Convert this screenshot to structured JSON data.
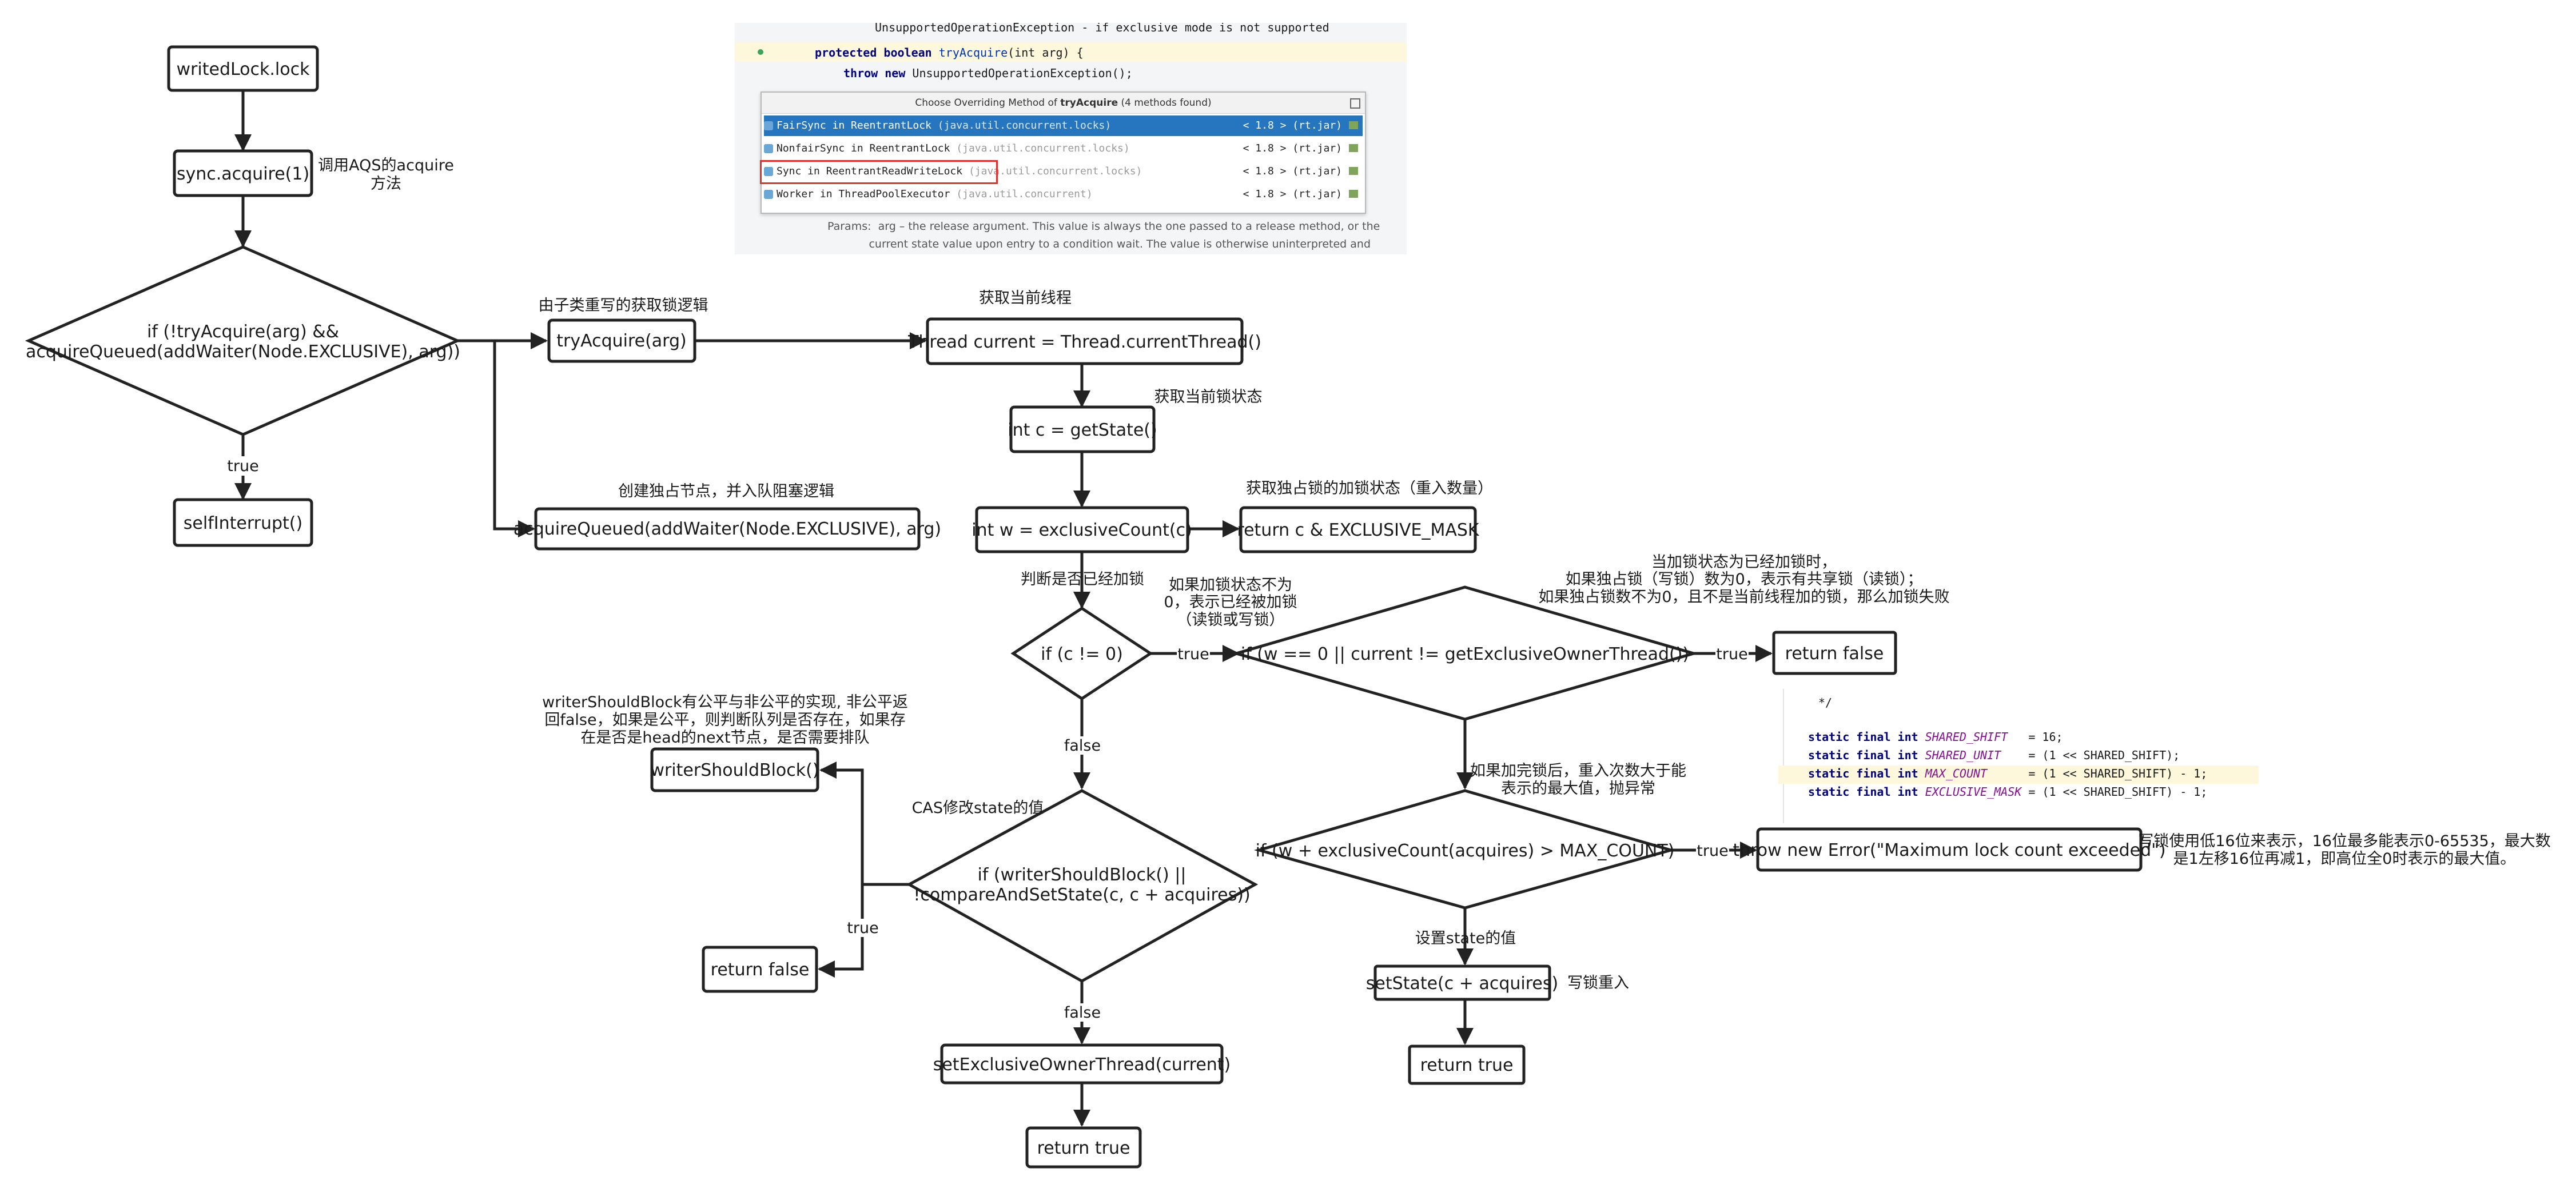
{
  "nodes": {
    "writed_lock": "writedLock.lock",
    "sync_acquire": "sync.acquire(1)",
    "main_if_line1": "if (!tryAcquire(arg) &&",
    "main_if_line2": "acquireQueued(addWaiter(Node.EXCLUSIVE), arg))",
    "self_interrupt": "selfInterrupt()",
    "try_acquire": "tryAcquire(arg)",
    "acquire_queued": "acquireQueued(addWaiter(Node.EXCLUSIVE), arg)",
    "current_thread": "Thread current = Thread.currentThread()",
    "get_state": "int c = getState()",
    "exclusive_count": "int w = exclusiveCount(c)",
    "return_mask": "return c & EXCLUSIVE_MASK",
    "if_c_ne_0": "if (c != 0)",
    "if_w_zero": "if (w == 0 || current != getExclusiveOwnerThread())",
    "return_false_right": "return false",
    "if_max_count": "if (w + exclusiveCount(acquires) > MAX_COUNT)",
    "throw_error": "throw new Error(\"Maximum lock count exceeded\")",
    "set_state": "setState(c + acquires)",
    "return_true_right": "return true",
    "writer_should_block": "writerShouldBlock()",
    "cas_if_line1": "if (writerShouldBlock() ||",
    "cas_if_line2": "!compareAndSetState(c, c + acquires))",
    "return_false_left": "return false",
    "set_owner": "setExclusiveOwnerThread(current)",
    "return_true_bottom": "return true"
  },
  "edge_labels": {
    "true_1": "true",
    "true_2": "true",
    "true_3": "true",
    "true_4": "true",
    "true_5": "true",
    "false_1": "false",
    "false_2": "false"
  },
  "annotations": {
    "call_aqs_1": "调用AQS的acquire",
    "call_aqs_2": "方法",
    "subclass_override": "由子类重写的获取锁逻辑",
    "create_node": "创建独占节点，并入队阻塞逻辑",
    "get_thread": "获取当前线程",
    "get_lock_state": "获取当前锁状态",
    "get_exclusive_count": "获取独占锁的加锁状态（重入数量）",
    "check_locked": "判断是否已经加锁",
    "locked_note_1": "如果加锁状态不为",
    "locked_note_2": "0，表示已经被加锁",
    "locked_note_3": "（读锁或写锁）",
    "fail_note_1": "当加锁状态为已经加锁时，",
    "fail_note_2": "如果独占锁（写锁）数为0，表示有共享锁（读锁）；",
    "fail_note_3": "如果独占锁数不为0，且不是当前线程加的锁，那么加锁失败",
    "reentry_note_1": "如果加完锁后，重入次数大于能",
    "reentry_note_2": "表示的最大值，抛异常",
    "set_state_val": "设置state的值",
    "write_reentry": "写锁重入",
    "max_note_1": "写锁使用低16位来表示，16位最多能表示0-65535，最大数",
    "max_note_2": "是1左移16位再减1，即高位全0时表示的最大值。",
    "wsb_note_1": "writerShouldBlock有公平与非公平的实现, 非公平返",
    "wsb_note_2": "回false，如果是公平，则判断队列是否存在，如果存",
    "wsb_note_3": "在是否是head的next节点，是否需要排队",
    "cas_note": "CAS修改state的值"
  },
  "code_shot_top": {
    "line0": "UnsupportedOperationException - if exclusive mode is not supported",
    "line1_kw": "protected boolean ",
    "line1_m": "tryAcquire",
    "line1_rest": "(int arg) {",
    "line2_kw": "throw new ",
    "line2_rest": "UnsupportedOperationException();",
    "popup_title_a": "Choose Overriding Method of ",
    "popup_title_b": "tryAcquire",
    "popup_title_c": " (4 methods found)",
    "rows": [
      {
        "cls": "FairSync in ReentrantLock",
        "pkg": " (java.util.concurrent.locks)",
        "ver": "< 1.8 > (rt.jar)"
      },
      {
        "cls": "NonfairSync in ReentrantLock",
        "pkg": " (java.util.concurrent.locks)",
        "ver": "< 1.8 > (rt.jar)"
      },
      {
        "cls": "Sync in ReentrantReadWriteLock",
        "pkg": " (java.util.concurrent.locks)",
        "ver": "< 1.8 > (rt.jar)"
      },
      {
        "cls": "Worker in ThreadPoolExecutor",
        "pkg": " (java.util.concurrent)",
        "ver": "< 1.8 > (rt.jar)"
      }
    ],
    "params_1": "Params:  arg – the release argument. This value is always the one passed to a release method, or the",
    "params_2": "            current state value upon entry to a condition wait. The value is otherwise uninterpreted and"
  },
  "code_shot_right": {
    "comment": "*/",
    "l1_kw": "static final int ",
    "l1_f": "SHARED_SHIFT",
    "l1_r": "   = 16;",
    "l2_kw": "static final int ",
    "l2_f": "SHARED_UNIT",
    "l2_r": "    = (1 << SHARED_SHIFT);",
    "l3_kw": "static final int ",
    "l3_f": "MAX_COUNT",
    "l3_r": "      = (1 << SHARED_SHIFT) - 1;",
    "l4_kw": "static final int ",
    "l4_f": "EXCLUSIVE_MASK",
    "l4_r": " = (1 << SHARED_SHIFT) - 1;"
  },
  "colors": {
    "stroke": "#222222",
    "popup_selected": "#2675bf",
    "highlight_box": "#e0302b",
    "highlight_line": "#fdf8dc"
  }
}
